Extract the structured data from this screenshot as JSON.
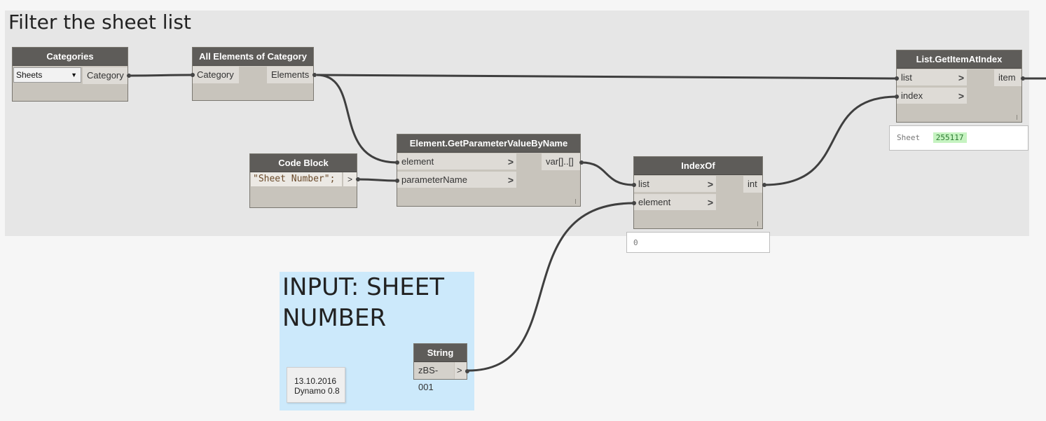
{
  "groups": {
    "filter": {
      "title": "Filter the sheet list"
    },
    "input": {
      "title": "INPUT: SHEET NUMBER"
    }
  },
  "nodes": {
    "categories": {
      "title": "Categories",
      "dropdown_value": "Sheets",
      "output": "Category"
    },
    "all_elements": {
      "title": "All Elements of Category",
      "input": "Category",
      "output": "Elements"
    },
    "code_block": {
      "title": "Code Block",
      "code": "\"Sheet Number\";",
      "output": ">"
    },
    "get_param": {
      "title": "Element.GetParameterValueByName",
      "inputs": [
        "element",
        "parameterName"
      ],
      "output": "var[]..[]"
    },
    "index_of": {
      "title": "IndexOf",
      "inputs": [
        "list",
        "element"
      ],
      "output": "int",
      "preview_value": "0"
    },
    "get_item": {
      "title": "List.GetItemAtIndex",
      "inputs": [
        "list",
        "index"
      ],
      "output": "item",
      "preview_label": "Sheet",
      "preview_value": "255117"
    },
    "string": {
      "title": "String",
      "value": "zBS-001",
      "output": ">"
    }
  },
  "note": {
    "date": "13.10.2016",
    "version": "Dynamo 0.8"
  },
  "colors": {
    "node_header": "#5e5c59",
    "node_body": "#c8c4bc",
    "wire": "#3f3f3f",
    "input_group": "#cce9fb",
    "filter_group": "#e6e6e6",
    "preview_green": "#c6f3c1"
  }
}
